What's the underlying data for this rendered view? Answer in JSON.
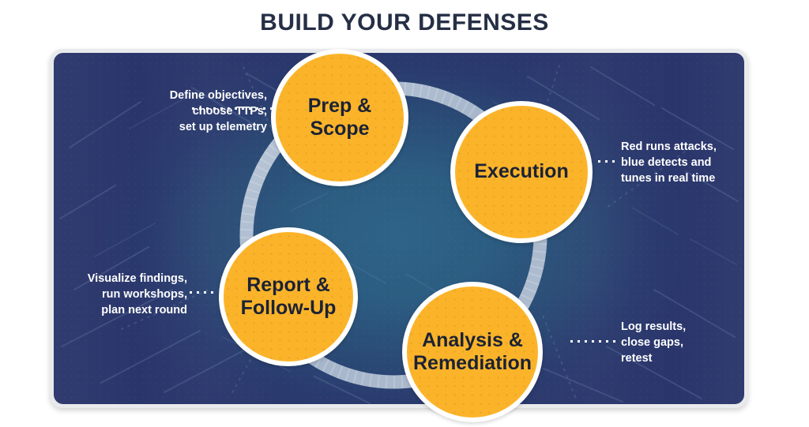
{
  "title": "BUILD YOUR DEFENSES",
  "colors": {
    "accent_orange": "#FBB42A",
    "panel_navy_dark": "#2A356B",
    "panel_teal_center": "#2E6387",
    "ring_gray": "#AEBCCF",
    "title_navy": "#252F45",
    "callout_text": "#FFFFFF",
    "frame_gray": "#E9EAEC"
  },
  "cycle": {
    "nodes": [
      {
        "id": "prep",
        "label": "Prep &\nScope",
        "order": 1
      },
      {
        "id": "execution",
        "label": "Execution",
        "order": 2
      },
      {
        "id": "analysis",
        "label": "Analysis &\nRemediation",
        "order": 3
      },
      {
        "id": "report",
        "label": "Report &\nFollow-Up",
        "order": 4
      }
    ],
    "callouts": [
      {
        "id": "prep",
        "text": "Define objectives,\nchoose TTPs,\nset up telemetry",
        "side": "left",
        "align": "right"
      },
      {
        "id": "execution",
        "text": "Red runs attacks,\nblue detects and\ntunes in real time",
        "side": "right",
        "align": "left"
      },
      {
        "id": "report",
        "text": "Visualize findings,\nrun workshops,\nplan next round",
        "side": "left",
        "align": "right"
      },
      {
        "id": "analysis",
        "text": "Log results,\nclose gaps,\nretest",
        "side": "right",
        "align": "left"
      }
    ]
  }
}
